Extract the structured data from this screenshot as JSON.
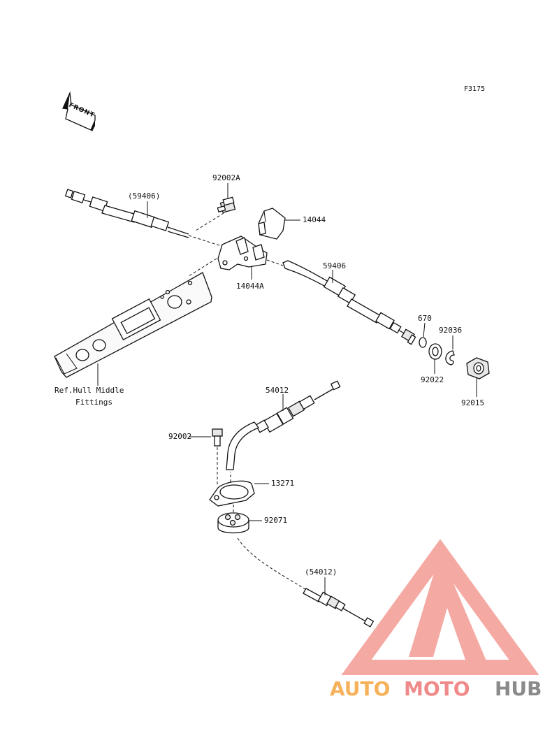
{
  "figure_code": "F3175",
  "front_label": "FRONT",
  "labels": {
    "cable_59406_ref": "(59406)",
    "bolt_92002A": "92002A",
    "bracket_14044": "14044",
    "bracket_14044A": "14044A",
    "cable_59406": "59406",
    "oring_670": "670",
    "washer_92036": "92036",
    "washer_92022": "92022",
    "nut_92015": "92015",
    "ref_hull_line1": "Ref.Hull Middle",
    "ref_hull_line2": "Fittings",
    "cable_54012": "54012",
    "bolt_92002": "92002",
    "plate_13271": "13271",
    "grommet_92071": "92071",
    "cable_54012_ref": "(54012)"
  },
  "watermark": {
    "part1": "AUTO",
    "part2": "MOTO",
    "part3": "HUB",
    "color1": "#f6b15a",
    "color2": "#f08a8a",
    "color3": "#8a8a8a",
    "logo_color": "#f4a09a"
  }
}
